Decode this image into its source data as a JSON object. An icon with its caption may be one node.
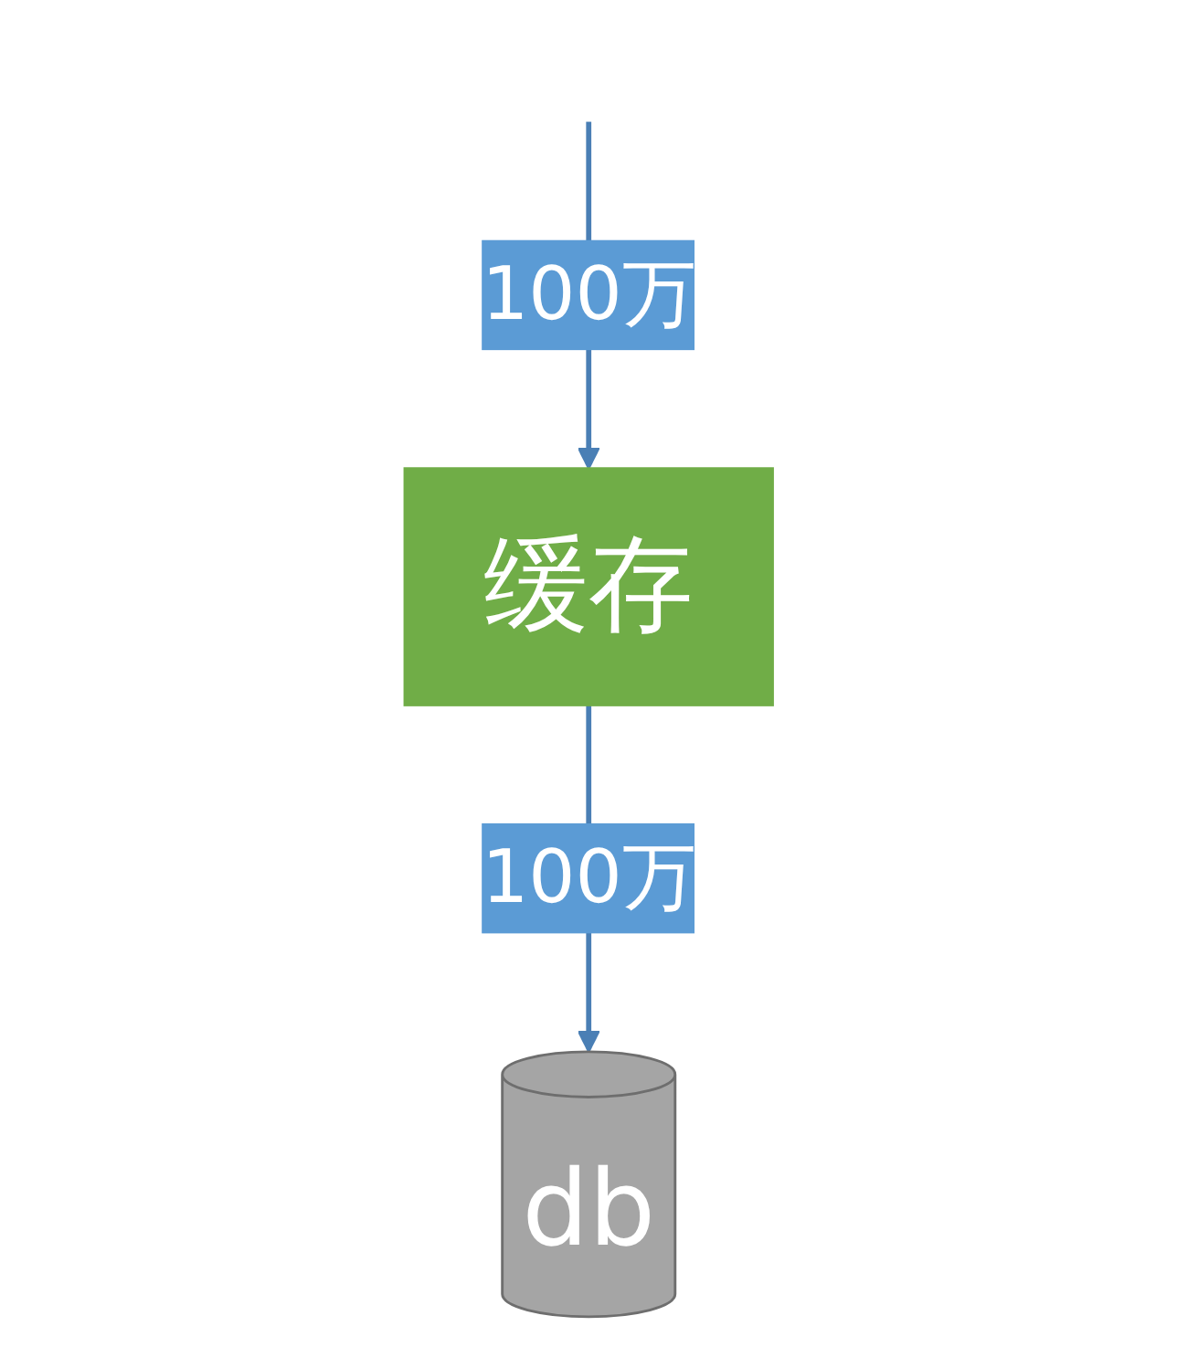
{
  "diagram": {
    "nodes": [
      {
        "text": [
          "缓存"
        ]
      },
      {
        "text": [
          "db"
        ]
      }
    ],
    "edges": [
      {
        "from": null,
        "to": 0,
        "arrow": "to",
        "label": "100万"
      },
      {
        "from": 0,
        "to": 1,
        "arrow": "to",
        "label": "100万"
      }
    ]
  }
}
